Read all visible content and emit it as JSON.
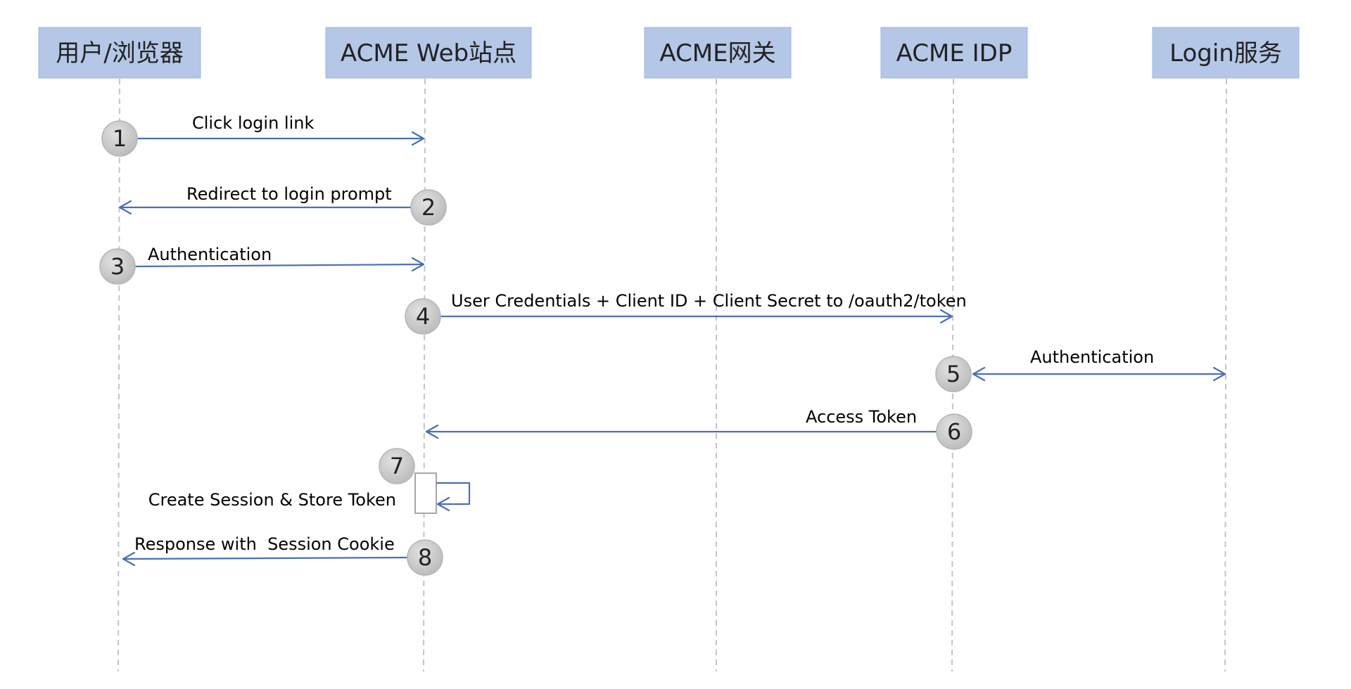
{
  "participants": [
    {
      "id": "user",
      "label": "用户/浏览器"
    },
    {
      "id": "web",
      "label": "ACME Web站点"
    },
    {
      "id": "gateway",
      "label": "ACME网关"
    },
    {
      "id": "idp",
      "label": "ACME IDP"
    },
    {
      "id": "login",
      "label": "Login服务"
    }
  ],
  "steps": [
    {
      "num": "1",
      "label": "Click login link",
      "from": "user",
      "to": "web",
      "dir": "right"
    },
    {
      "num": "2",
      "label": "Redirect to login prompt",
      "from": "web",
      "to": "user",
      "dir": "left"
    },
    {
      "num": "3",
      "label": "Authentication",
      "from": "user",
      "to": "web",
      "dir": "right"
    },
    {
      "num": "4",
      "label": "User Credentials + Client ID + Client Secret to /oauth2/token",
      "from": "web",
      "to": "idp",
      "dir": "right"
    },
    {
      "num": "5",
      "label": "Authentication",
      "from": "idp",
      "to": "login",
      "dir": "both"
    },
    {
      "num": "6",
      "label": "Access Token",
      "from": "idp",
      "to": "web",
      "dir": "left"
    },
    {
      "num": "7",
      "label": "Create Session & Store Token",
      "from": "web",
      "to": "web",
      "dir": "self"
    },
    {
      "num": "8",
      "label": "Response with  Session Cookie",
      "from": "web",
      "to": "user",
      "dir": "left"
    }
  ],
  "colors": {
    "actor_fill": "#b4c7e7",
    "arrow": "#4a6fb5",
    "lifeline": "#c4c4c4",
    "step_circle": "#c6c6c6"
  }
}
